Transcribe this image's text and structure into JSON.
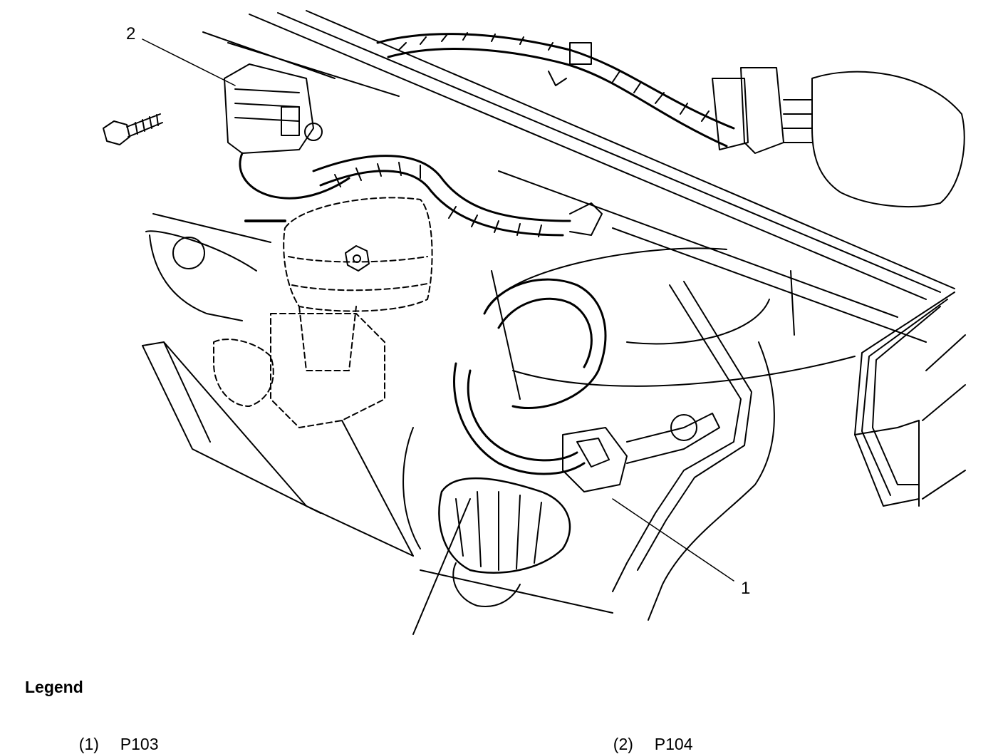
{
  "callouts": [
    {
      "id": "1",
      "label": "1"
    },
    {
      "id": "2",
      "label": "2"
    }
  ],
  "legend": {
    "title": "Legend",
    "items": [
      {
        "key": "(1)",
        "value": "P103"
      },
      {
        "key": "(2)",
        "value": "P104"
      }
    ]
  },
  "colors": {
    "line": "#000000",
    "background": "#ffffff"
  }
}
